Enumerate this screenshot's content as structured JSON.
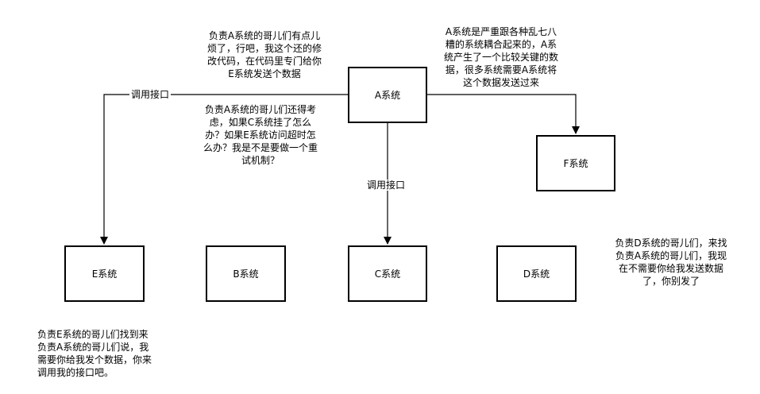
{
  "boxes": {
    "a": "A系统",
    "b": "B系统",
    "c": "C系统",
    "d": "D系统",
    "e": "E系统",
    "f": "F系统"
  },
  "edge_labels": {
    "a_to_e": "调用接口",
    "a_to_c": "调用接口"
  },
  "notes": {
    "a_annoyed": [
      "负责A系统的哥儿们有点儿",
      "烦了，行吧，我这个还的修",
      "改代码，在代码里专门给你",
      "E系统发送个数据"
    ],
    "a_worry": [
      "负责A系统的哥儿们还得考",
      "虑，如果C系统挂了怎么",
      "办？如果E系统访问超时怎",
      "么办？我是不是要做一个重",
      "试机制？"
    ],
    "a_coupling": [
      "A系统是严重跟各种乱七八",
      "糟的系统耦合起来的，A系",
      "统产生了一个比较关键的数",
      "据，很多系统需要A系统将",
      "这个数据发送过来"
    ],
    "d_request": [
      "负责D系统的哥儿们，来找",
      "负责A系统的哥儿们，我现",
      "在不需要你给我发送数据",
      "了，你别发了"
    ],
    "e_request": [
      "负责E系统的哥儿们找到来",
      "负责A系统的哥儿们说，我",
      "需要你给我发个数据，你来",
      "调用我的接口吧。"
    ]
  },
  "colors": {
    "line": "#000000",
    "box_border": "#000000",
    "background": "#ffffff"
  }
}
